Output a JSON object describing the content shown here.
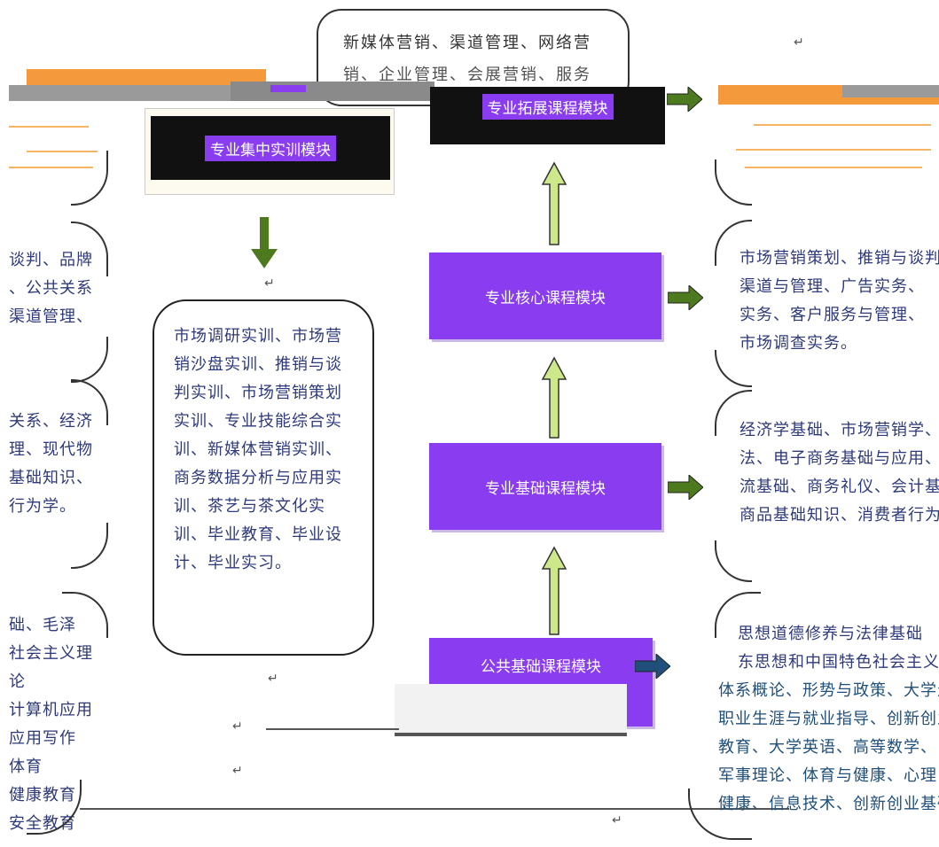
{
  "top_box": {
    "line1": "新媒体营销、渠道管理、网络营",
    "line2": "销、企业管理、会展营销、服务"
  },
  "left_top_label": "专业集中实训模块",
  "center_top_label": "专业拓展课程模块",
  "center_core_label": "专业核心课程模块",
  "center_basic_label": "专业基础课程模块",
  "center_public_label": "公共基础课程模块",
  "training_list": "市场调研实训、市场营销沙盘实训、推销与谈判实训、市场营销策划实训、专业技能综合实训、新媒体营销实训、商务数据分析与应用实训、茶艺与茶文化实训、毕业教育、毕业设计、毕业实习。",
  "left_mid_1": {
    "l1": "谈判、品牌",
    "l2": "、公共关系",
    "l3": "渠道管理、"
  },
  "left_mid_2": {
    "l1": "关系、经济",
    "l2": "理、现代物",
    "l3": "基础知识、",
    "l4": "行为学。"
  },
  "left_bottom": {
    "l1": "础、毛泽",
    "l2": "社会主义理论",
    "l3": "计算机应用",
    "l4": "应用写作",
    "l5": "体育",
    "l6": "健康教育",
    "l7": "安全教育"
  },
  "right_core": {
    "l1": "市场营销策划、推销与谈判、",
    "l2": "渠道与管理、广告实务、",
    "l3": "实务、客户服务与管理、",
    "l4": "市场调查实务。"
  },
  "right_basic": {
    "l1": "经济学基础、市场营销学、",
    "l2": "法、电子商务基础与应用、",
    "l3": "流基础、商务礼仪、会计基础、",
    "l4": "商品基础知识、消费者行为学"
  },
  "right_public": {
    "l1": "思想道德修养与法律基础",
    "l2": "东思想和中国特色社会主义",
    "l3": "体系概论、形势与政策、大学生",
    "l4": "职业生涯与就业指导、创新创业",
    "l5": "教育、大学英语、高等数学、",
    "l6": "军事理论、体育与健康、心理",
    "l7": "健康、信息技术、创新创业基础"
  },
  "mark_char": "↵",
  "colors": {
    "purple": "#8a3cf0",
    "arrow_green": "#4d7a1f",
    "arrow_light": "#cce88a",
    "orange": "#f59a3c",
    "navy": "#1f4f7a"
  }
}
